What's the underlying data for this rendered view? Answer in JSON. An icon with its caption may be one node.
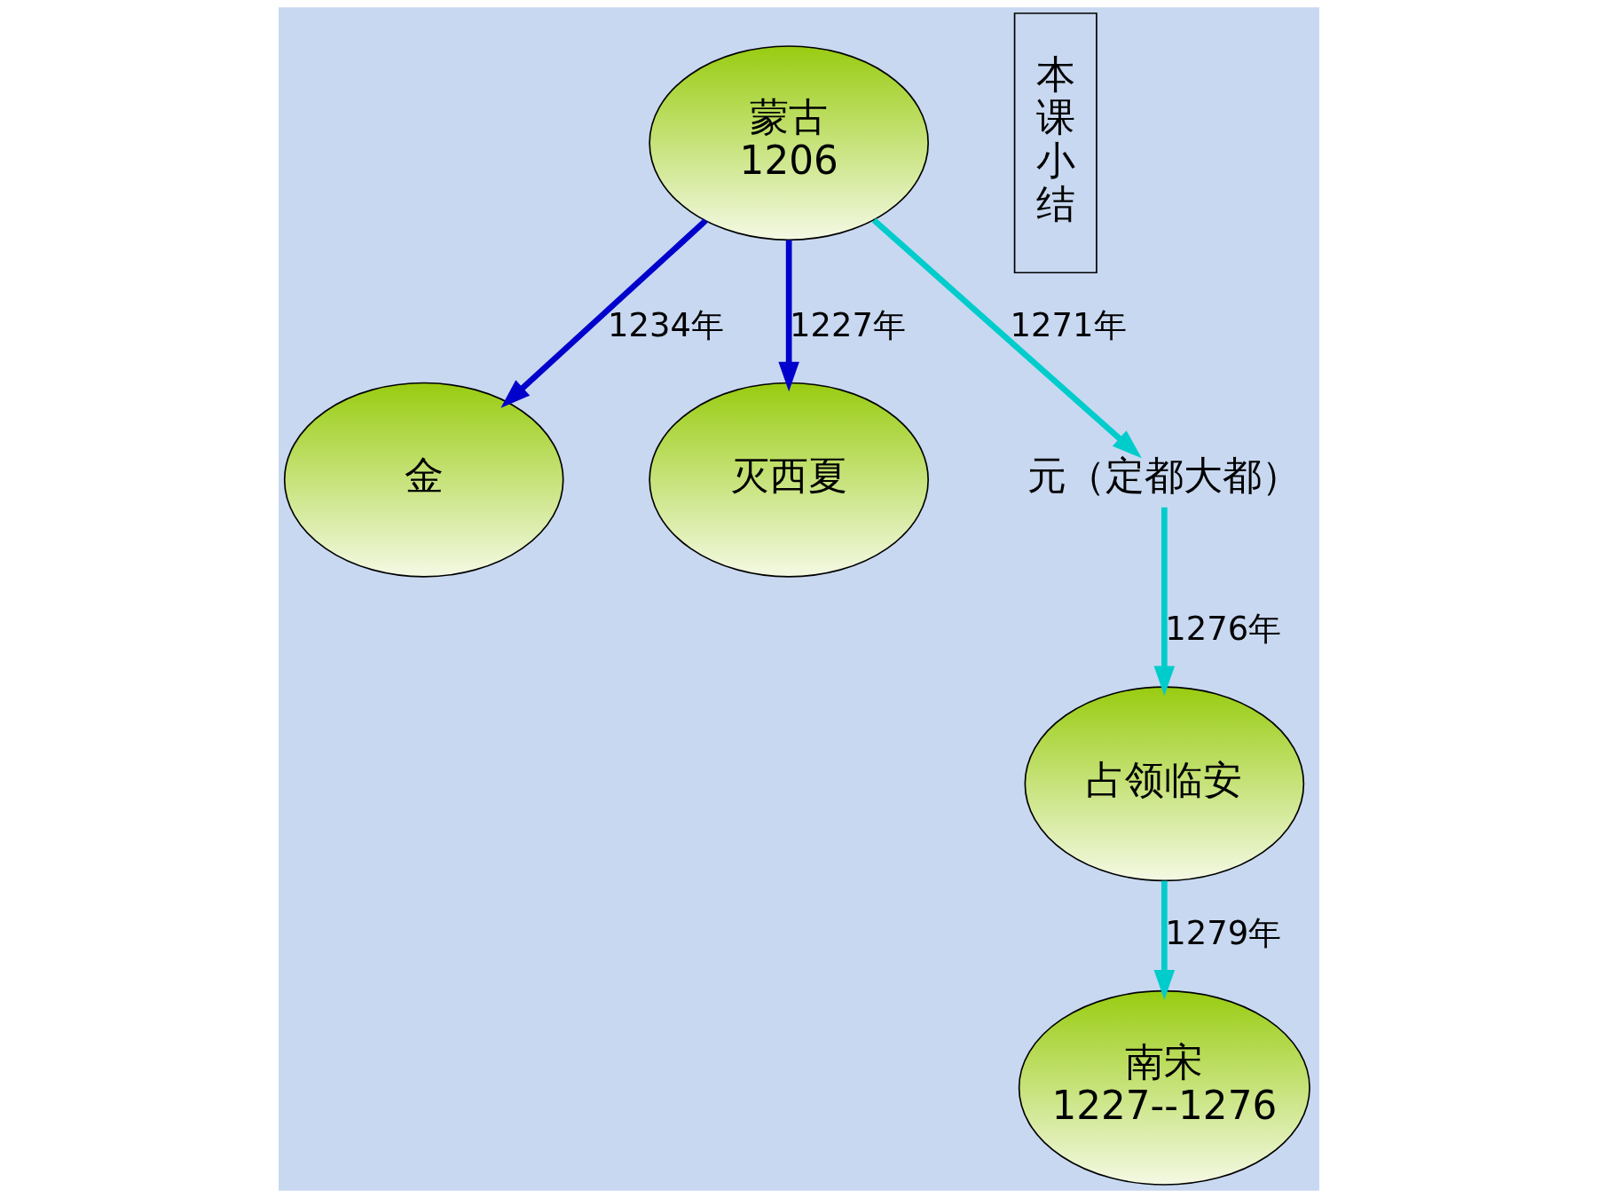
{
  "diagram": {
    "nodes": [
      {
        "text": [
          "蒙古",
          "1206"
        ]
      },
      {
        "text": [
          "金"
        ]
      },
      {
        "text": [
          "灭西夏"
        ]
      },
      {
        "text": [
          "元（定都大都）"
        ]
      },
      {
        "text": [
          "占领临安"
        ]
      },
      {
        "text": [
          "南宋",
          "1227--1276"
        ]
      },
      {
        "text": [
          "本课小结"
        ]
      }
    ],
    "edges": [
      {
        "from": 0,
        "to": 2,
        "arrow": "to",
        "label": "1227年",
        "color": "#0000cc"
      },
      {
        "from": 0,
        "to": 1,
        "arrow": "to",
        "label": "1234年",
        "color": "#0000cc"
      },
      {
        "from": 0,
        "to": 3,
        "arrow": "to",
        "label": "1271年"
      },
      {
        "from": 3,
        "to": 4,
        "arrow": "to",
        "label": "1276年"
      },
      {
        "from": 4,
        "to": 5,
        "arrow": "to",
        "label": "1279年"
      }
    ]
  }
}
